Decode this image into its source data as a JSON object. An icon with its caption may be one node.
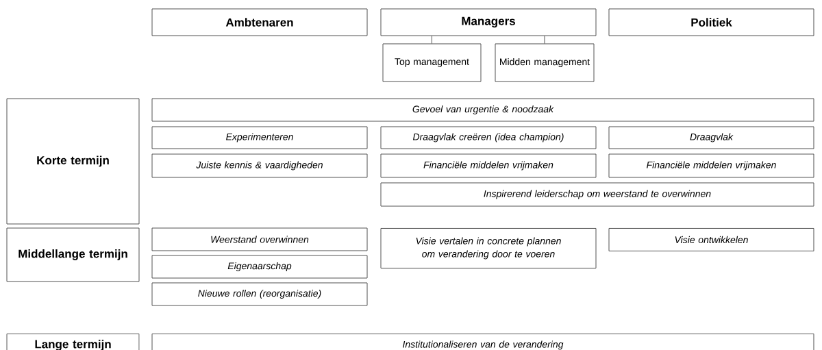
{
  "diagram": {
    "nodes": [
      {
        "text": [
          "Ambtenaren"
        ]
      },
      {
        "text": [
          "Managers"
        ]
      },
      {
        "text": [
          "Politiek"
        ]
      },
      {
        "text": [
          "Top management"
        ]
      },
      {
        "text": [
          "Midden management"
        ]
      },
      {
        "text": [
          "Korte termijn"
        ]
      },
      {
        "text": [
          "Gevoel van urgentie & noodzaak"
        ]
      },
      {
        "text": [
          "Experimenteren"
        ]
      },
      {
        "text": [
          "Draagvlak creëren (idea champion)"
        ]
      },
      {
        "text": [
          "Draagvlak"
        ]
      },
      {
        "text": [
          "Juiste kennis & vaardigheden"
        ]
      },
      {
        "text": [
          "Financiële middelen vrijmaken"
        ]
      },
      {
        "text": [
          "Financiële middelen vrijmaken"
        ]
      },
      {
        "text": [
          "Inspirerend leiderschap om weerstand te overwinnen"
        ]
      },
      {
        "text": [
          "Middellange termijn"
        ]
      },
      {
        "text": [
          "Weerstand overwinnen"
        ]
      },
      {
        "text": [
          "Visie vertalen in concrete plannen om verandering door te voeren"
        ]
      },
      {
        "text": [
          "Visie ontwikkelen"
        ]
      },
      {
        "text": [
          "Eigenaarschap"
        ]
      },
      {
        "text": [
          "Nieuwe rollen (reorganisatie)"
        ]
      },
      {
        "text": [
          "Lange termijn"
        ]
      },
      {
        "text": [
          "Institutionaliseren van de verandering"
        ]
      }
    ],
    "edges": [
      {
        "from": 1,
        "to": 3,
        "arrow": "none"
      },
      {
        "from": 1,
        "to": 4,
        "arrow": "none"
      }
    ]
  }
}
